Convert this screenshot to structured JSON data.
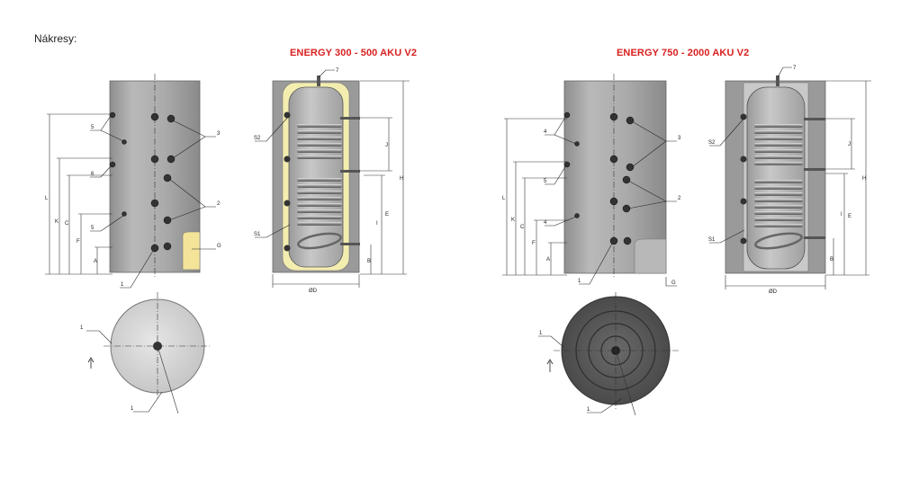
{
  "page": {
    "heading": "Nákresy:"
  },
  "models": [
    {
      "title": "ENERGY 300 - 500 AKU V2"
    },
    {
      "title": "ENERGY 750 - 2000 AKU V2"
    }
  ],
  "labels": {
    "left_side_view": {
      "connections": [
        "5",
        "3",
        "6",
        "2",
        "5",
        "G",
        "1"
      ],
      "dimensions": [
        "L",
        "K",
        "C",
        "F",
        "A"
      ]
    },
    "left_section": {
      "connections": [
        "7",
        "S2",
        "S1"
      ],
      "dimensions": [
        "J",
        "H",
        "E",
        "I",
        "B",
        "ØD"
      ]
    },
    "left_top_view": {
      "labels": [
        "1",
        "1"
      ]
    },
    "right_side_view": {
      "connections": [
        "4",
        "3",
        "5",
        "2",
        "4",
        "G",
        "1"
      ],
      "dimensions": [
        "L",
        "K",
        "C",
        "F",
        "A"
      ]
    },
    "right_section": {
      "connections": [
        "7",
        "S2",
        "S1"
      ],
      "dimensions": [
        "J",
        "H",
        "E",
        "I",
        "B",
        "ØD"
      ]
    },
    "right_top_view": {
      "labels": [
        "1",
        "1"
      ]
    }
  },
  "colors": {
    "tank_gray": "#a8a8a8",
    "insulation_yellow": "#f3eeb0",
    "title_red": "#d92020",
    "dark_disc": "#5a5a5a"
  }
}
